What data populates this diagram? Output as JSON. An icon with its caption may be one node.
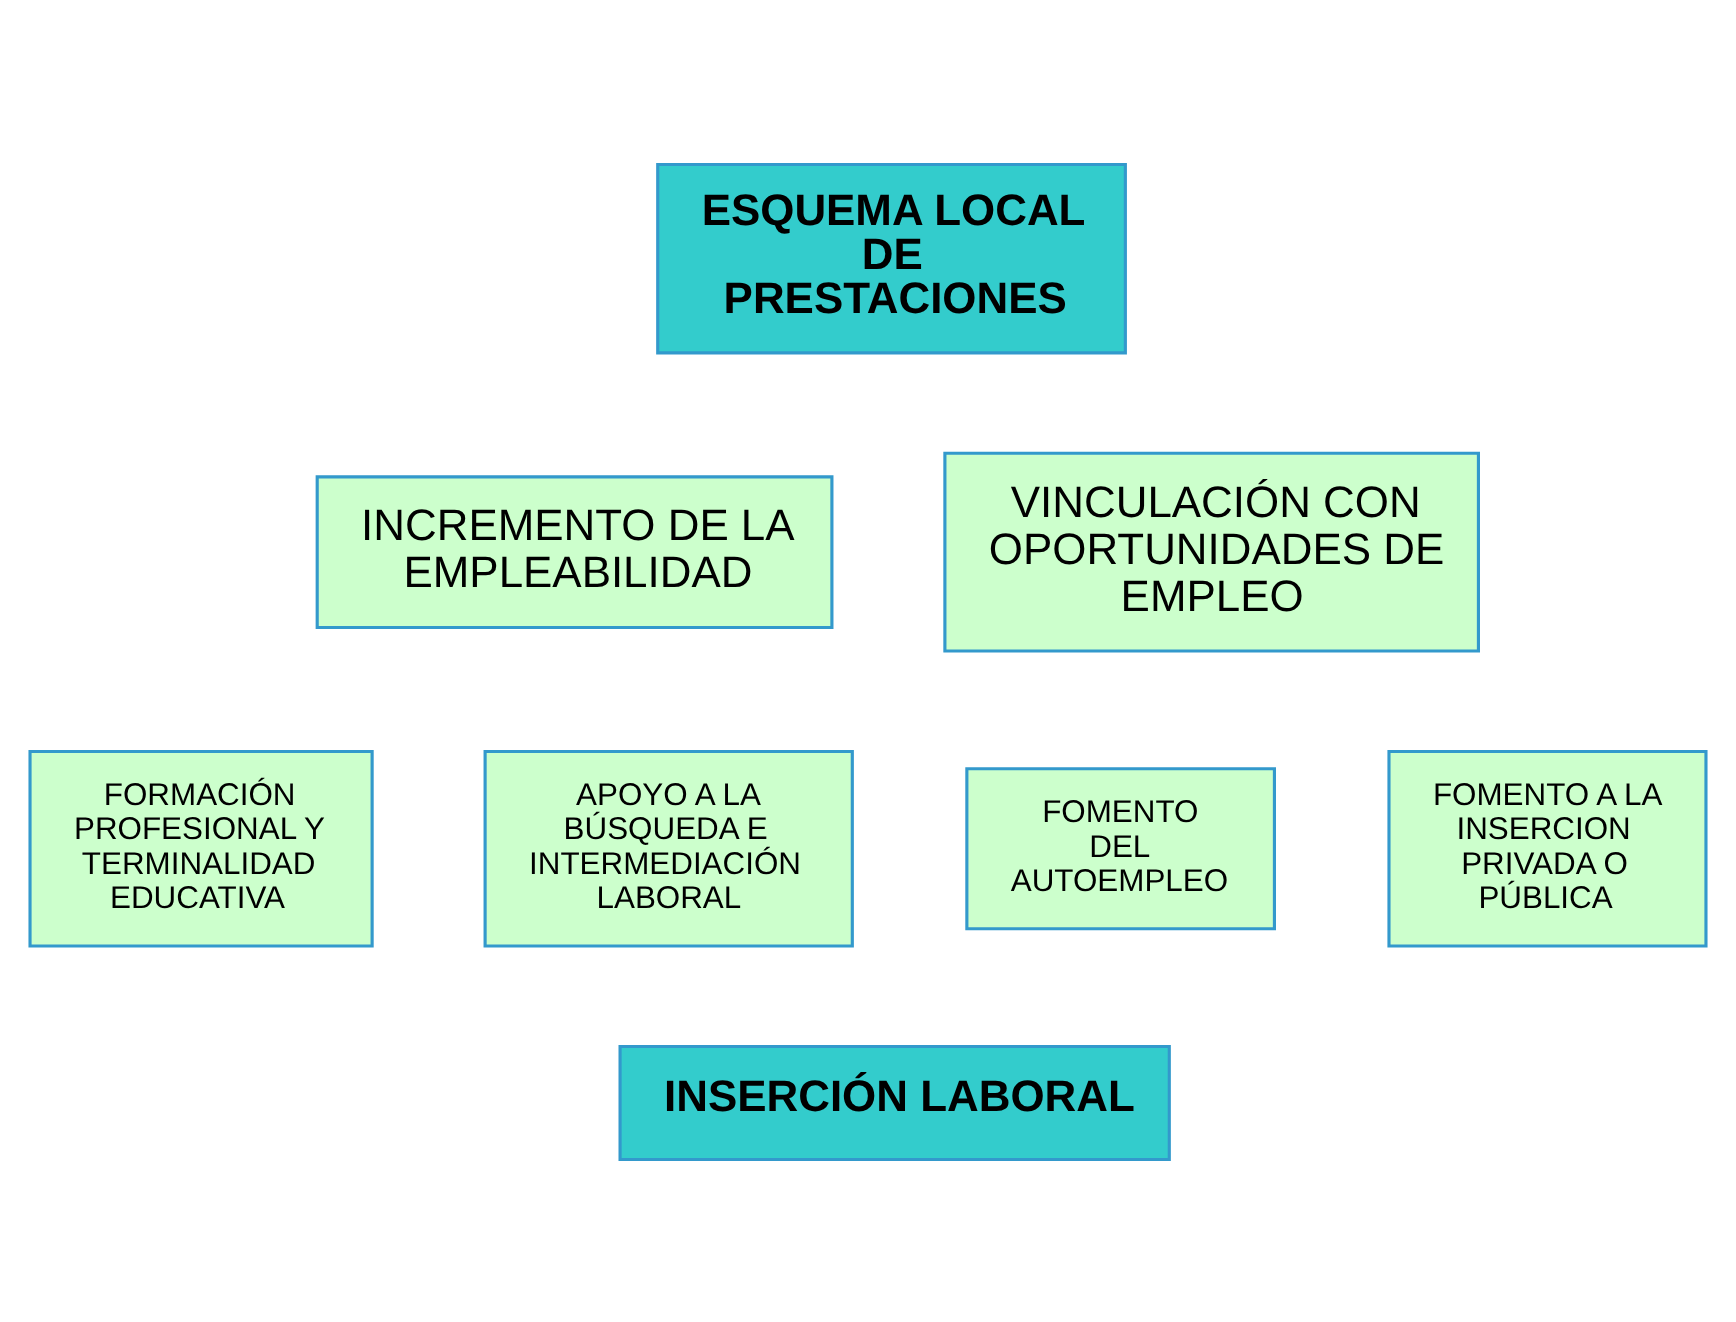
{
  "diagram": {
    "nodes": [
      {
        "text": [
          "ESQUEMA LOCAL DE PRESTACIONES"
        ]
      },
      {
        "text": [
          "INCREMENTO DE LA EMPLEABILIDAD"
        ]
      },
      {
        "text": [
          "VINCULACIÓN CON OPORTUNIDADES DE EMPLEO"
        ]
      },
      {
        "text": [
          "FORMACIÓN PROFESIONAL Y TERMINALIDAD EDUCATIVA"
        ]
      },
      {
        "text": [
          "APOYO A LA BÚSQUEDA E INTERMEDIACIÓN LABORAL"
        ]
      },
      {
        "text": [
          "FOMENTO DEL AUTOEMPLEO"
        ]
      },
      {
        "text": [
          "FOMENTO A LA INSERCION PRIVADA O PÚBLICA"
        ]
      },
      {
        "text": [
          "INSERCIÓN LABORAL"
        ]
      }
    ]
  }
}
